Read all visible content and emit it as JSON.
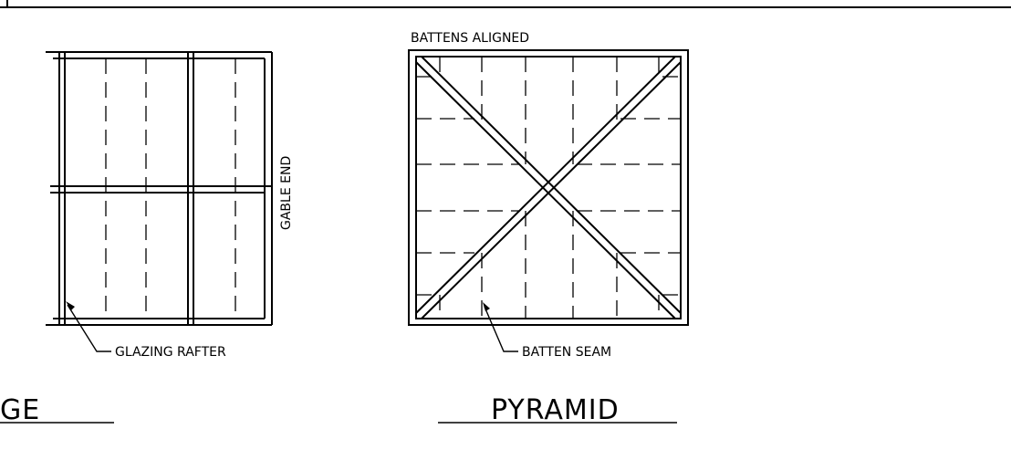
{
  "labels": {
    "battens_aligned": "BATTENS ALIGNED",
    "gable_end": "GABLE END",
    "glazing_rafter": "GLAZING RAFTER",
    "batten_seam": "BATTEN SEAM"
  },
  "titles": {
    "left_view": "GE",
    "right_view": "PYRAMID"
  }
}
